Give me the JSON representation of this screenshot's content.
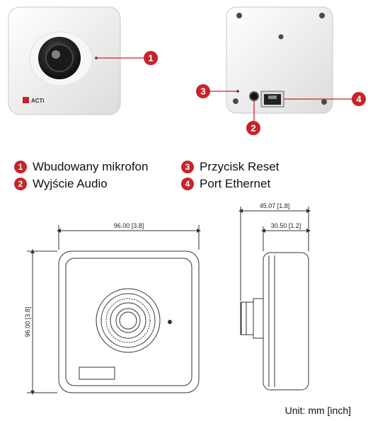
{
  "brand": {
    "logo_text": "ACTi"
  },
  "callouts": {
    "c1": "1",
    "c2": "2",
    "c3": "3",
    "c4": "4"
  },
  "legend": [
    {
      "num": "1",
      "label": "Wbudowany mikrofon"
    },
    {
      "num": "2",
      "label": "Wyjście Audio"
    },
    {
      "num": "3",
      "label": "Przycisk Reset"
    },
    {
      "num": "4",
      "label": "Port Ethernet"
    }
  ],
  "dimensions": {
    "front_width": "96.00 [3.8]",
    "front_height": "96.00 [3.8]",
    "side_total_depth": "45.07 [1.8]",
    "side_body_depth": "30.50 [1.2]"
  },
  "unit_note": "Unit: mm [inch]",
  "colors": {
    "accent": "#c8232a",
    "body": "#eeeeee",
    "line": "#333333"
  }
}
